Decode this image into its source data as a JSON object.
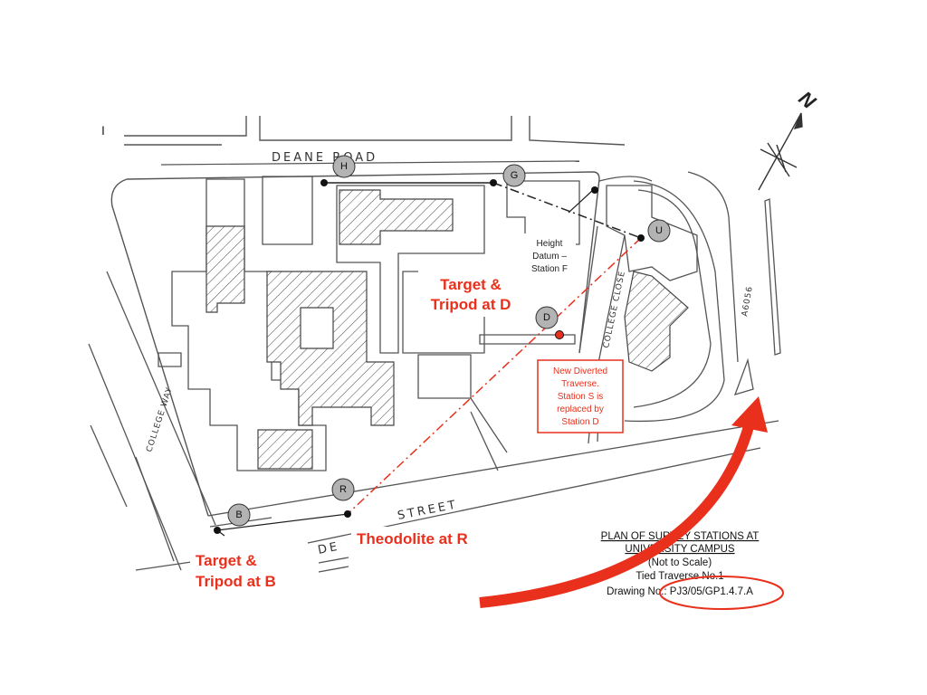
{
  "roads": {
    "deane_road": "DEANE  ROAD",
    "street_left": "DE",
    "street_right": "STREET",
    "college_way": "COLLEGE WAY",
    "college_close": "COLLEGE CLOSE",
    "a6056": "A6056"
  },
  "stray_mark": "I",
  "north_label": "N",
  "stations": [
    "H",
    "G",
    "U",
    "D",
    "R",
    "B"
  ],
  "height_datum": [
    "Height",
    "Datum –",
    "Station F"
  ],
  "labels": {
    "target_d": [
      "Target &",
      "Tripod at D"
    ],
    "target_b": [
      "Target &",
      "Tripod at B"
    ],
    "theodolite": "Theodolite at R"
  },
  "note": [
    "New Diverted",
    "Traverse.",
    "Station S is",
    "replaced by",
    "Station D"
  ],
  "title_block": [
    "PLAN OF SURVEY STATIONS AT",
    "UNIVERSITY CAMPUS",
    "(Not to Scale)",
    "Tied Traverse No.1",
    "Drawing No.: PJ3/05/GP1.4.7.A"
  ],
  "colors": {
    "accent": "#e8301c",
    "station_fill": "#b3b3b3",
    "line": "#333333"
  }
}
